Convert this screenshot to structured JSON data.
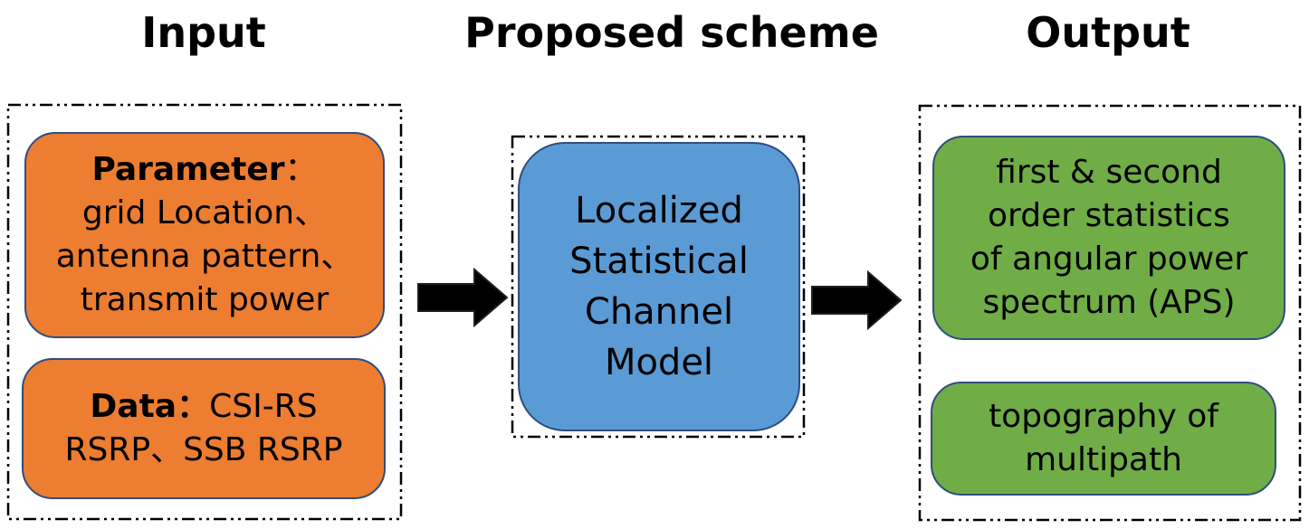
{
  "headings": {
    "input": "Input",
    "scheme": "Proposed scheme",
    "output": "Output"
  },
  "input": {
    "parameter_label": "Parameter",
    "parameter_colon": "：",
    "parameter_lines": [
      "grid Location、",
      "antenna pattern、",
      "transmit power"
    ],
    "data_label": "Data",
    "data_colon": "：",
    "data_line1_rest": "CSI-RS",
    "data_line2": "RSRP、SSB RSRP"
  },
  "model": {
    "lines": [
      "Localized",
      "Statistical",
      "Channel",
      "Model"
    ]
  },
  "output": {
    "aps_lines": [
      "first & second",
      "order statistics",
      "of angular power",
      "spectrum (APS)"
    ],
    "topo_lines": [
      "topography of",
      "multipath"
    ]
  },
  "colors": {
    "input_box": "#ED7D31",
    "model_box": "#5B9BD5",
    "output_box": "#70AD47",
    "box_border": "#2F4D7E",
    "arrow": "#000000"
  }
}
